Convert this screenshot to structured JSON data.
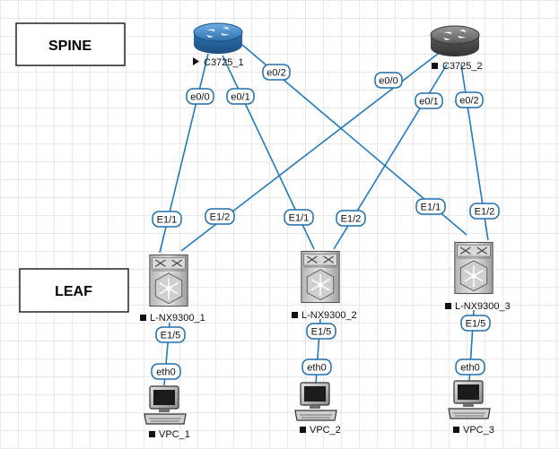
{
  "colors": {
    "link": "#1f7bbf",
    "port_border": "#1f6fae",
    "router_blue": "#3a7ebf",
    "router_gray": "#6e6e6e"
  },
  "boxes": {
    "spine": "SPINE",
    "leaf": "LEAF"
  },
  "nodes": {
    "r1": {
      "label": "C3725_1",
      "status": "running",
      "icon": "router-icon"
    },
    "r2": {
      "label": "C3725_2",
      "status": "stopped",
      "icon": "router-icon"
    },
    "s1": {
      "label": "L-NX9300_1",
      "status": "stopped",
      "icon": "switch-icon"
    },
    "s2": {
      "label": "L-NX9300_2",
      "status": "stopped",
      "icon": "switch-icon"
    },
    "s3": {
      "label": "L-NX9300_3",
      "status": "stopped",
      "icon": "switch-icon"
    },
    "p1": {
      "label": "VPC_1",
      "status": "stopped",
      "icon": "pc-icon"
    },
    "p2": {
      "label": "VPC_2",
      "status": "stopped",
      "icon": "pc-icon"
    },
    "p3": {
      "label": "VPC_3",
      "status": "stopped",
      "icon": "pc-icon"
    }
  },
  "links": [
    {
      "from": "C3725_1",
      "from_port": "e0/0",
      "to": "L-NX9300_1",
      "to_port": "E1/1"
    },
    {
      "from": "C3725_1",
      "from_port": "e0/1",
      "to": "L-NX9300_2",
      "to_port": "E1/1"
    },
    {
      "from": "C3725_1",
      "from_port": "e0/2",
      "to": "L-NX9300_3",
      "to_port": "E1/1"
    },
    {
      "from": "C3725_2",
      "from_port": "e0/0",
      "to": "L-NX9300_1",
      "to_port": "E1/2"
    },
    {
      "from": "C3725_2",
      "from_port": "e0/1",
      "to": "L-NX9300_2",
      "to_port": "E1/2"
    },
    {
      "from": "C3725_2",
      "from_port": "e0/2",
      "to": "L-NX9300_3",
      "to_port": "E1/2"
    },
    {
      "from": "L-NX9300_1",
      "from_port": "E1/5",
      "to": "VPC_1",
      "to_port": "eth0"
    },
    {
      "from": "L-NX9300_2",
      "from_port": "E1/5",
      "to": "VPC_2",
      "to_port": "eth0"
    },
    {
      "from": "L-NX9300_3",
      "from_port": "E1/5",
      "to": "VPC_3",
      "to_port": "eth0"
    }
  ]
}
